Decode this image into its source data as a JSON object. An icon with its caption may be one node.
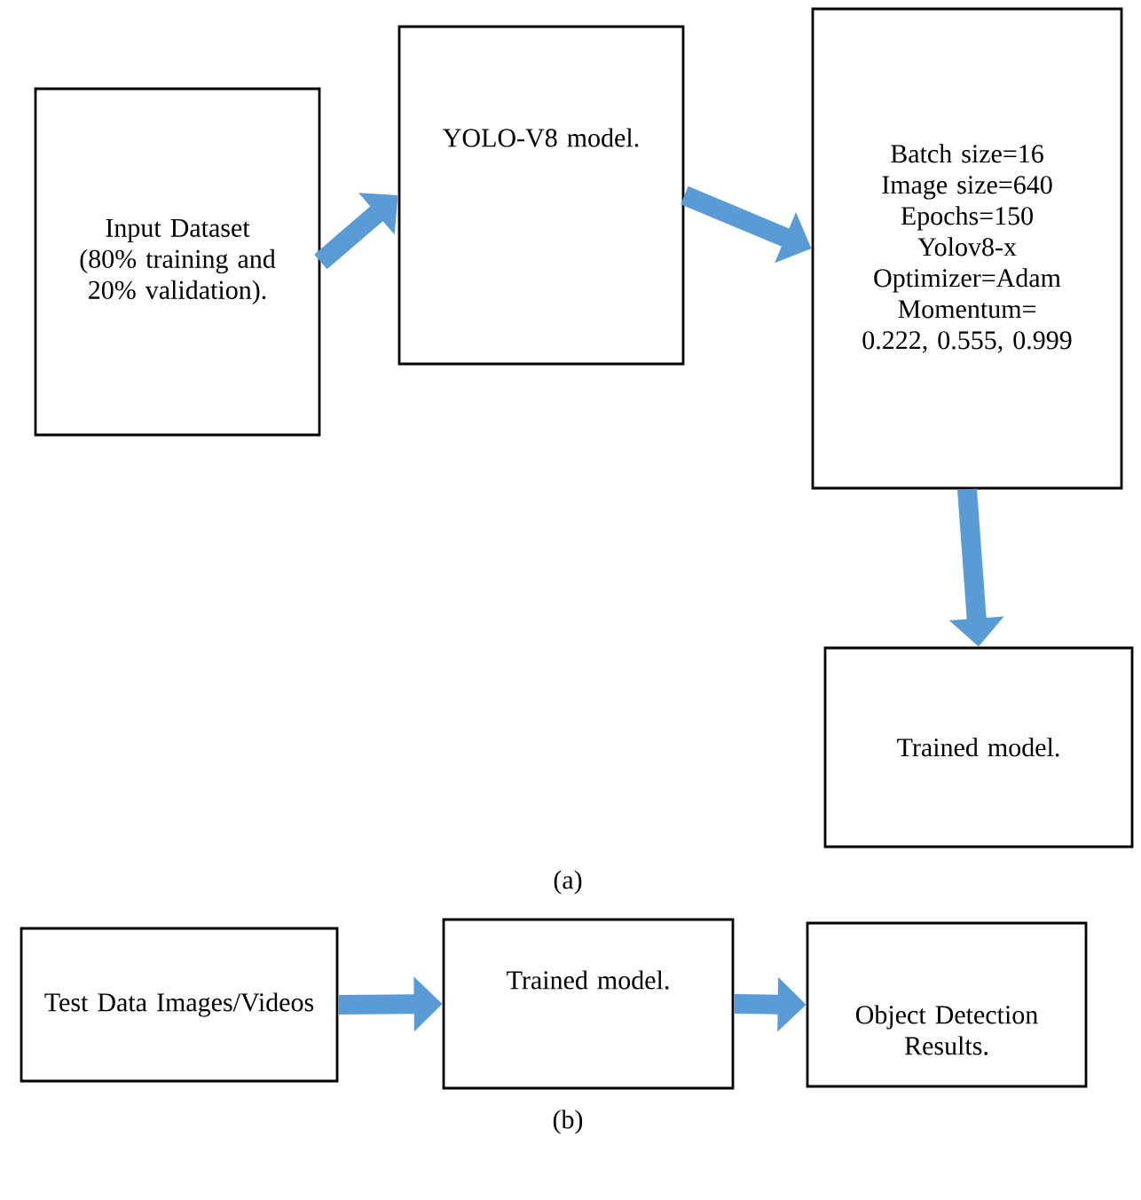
{
  "diagram": {
    "nodes": [
      {
        "text": [
          "Input Dataset (80% training and 20% validation)."
        ]
      },
      {
        "text": [
          "YOLO-V8 model."
        ]
      },
      {
        "text": [
          "Batch size=16",
          "Image size=640",
          "Epochs=150",
          "Yolov8-x",
          "Optimizer=Adam",
          "Momentum= 0.222, 0.555, 0.999"
        ]
      },
      {
        "text": [
          "Trained model."
        ]
      },
      {
        "text": [
          "Test Data Images/Videos"
        ]
      },
      {
        "text": [
          "Trained model."
        ]
      },
      {
        "text": [
          "Object Detection Results."
        ]
      }
    ],
    "edges": [
      {
        "from": 0,
        "to": 1,
        "arrow": "to"
      },
      {
        "from": 1,
        "to": 2,
        "arrow": "to"
      },
      {
        "from": 2,
        "to": 3,
        "arrow": "to"
      },
      {
        "from": 4,
        "to": 5,
        "arrow": "to"
      },
      {
        "from": 5,
        "to": 6,
        "arrow": "to"
      }
    ],
    "labels": [
      "(a)",
      "(b)"
    ]
  }
}
